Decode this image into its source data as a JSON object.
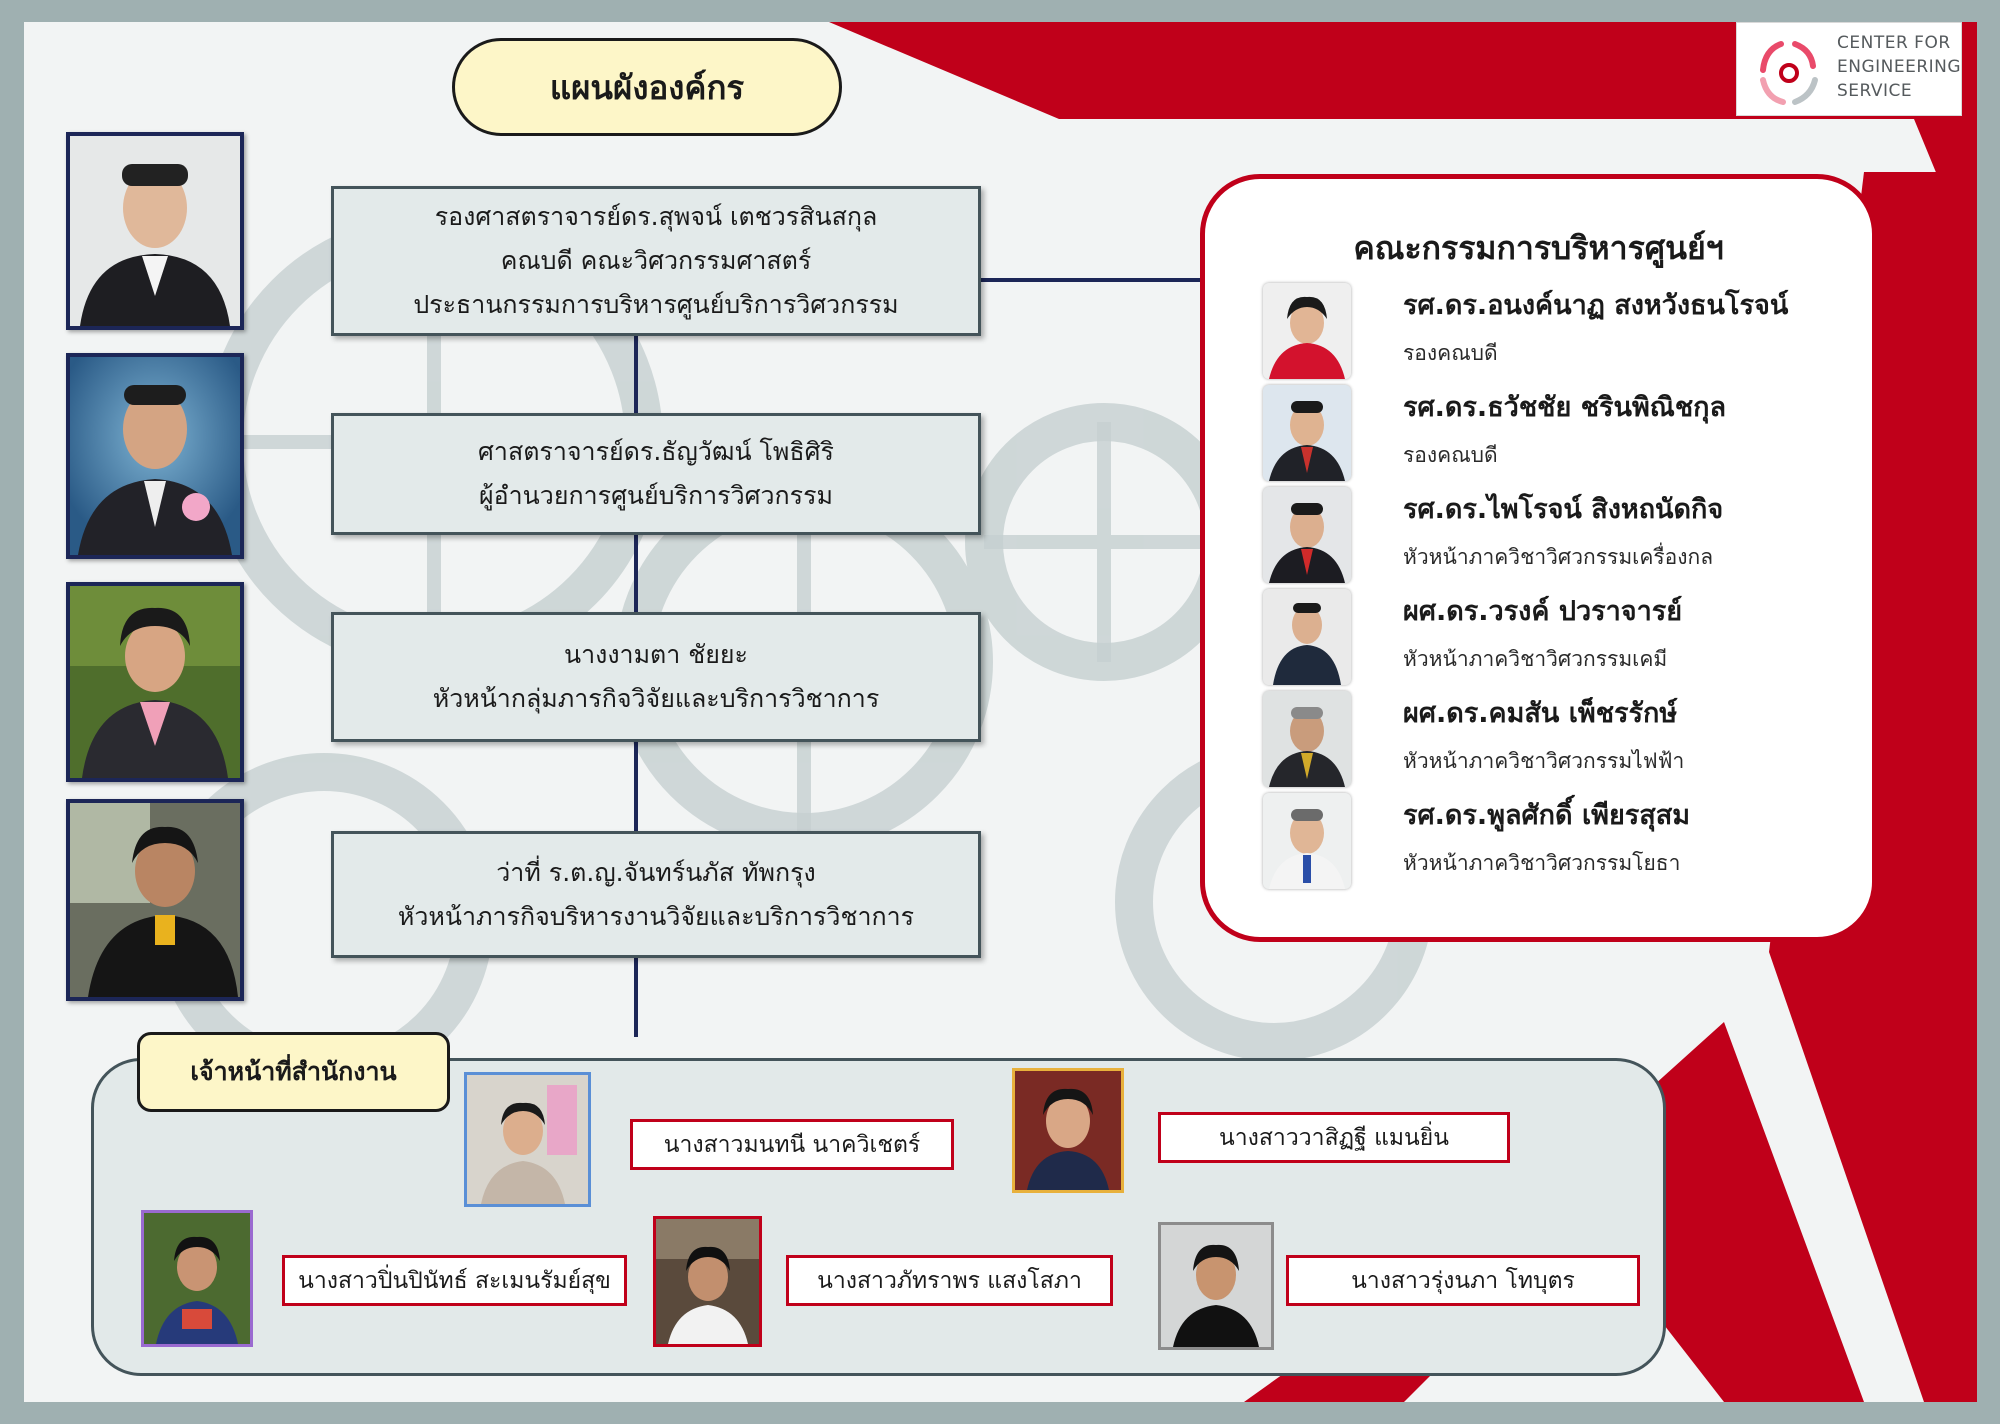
{
  "title": "แผนผังองค์กร",
  "logo": {
    "line1": "CENTER FOR",
    "line2": "ENGINEERING",
    "line3": "SERVICE",
    "icon": "ces-logo-icon"
  },
  "colors": {
    "accent_red": "#c0001a",
    "navy": "#1c2657",
    "box_fill": "#e3eaea",
    "pill_fill": "#fdf6c8"
  },
  "chain": [
    {
      "line1": "รองศาสตราจารย์ดร.สุพจน์  เตชวรสินสกุล",
      "line2": "คณบดี คณะวิศวกรรมศาสตร์",
      "line3": "ประธานกรรมการบริหารศูนย์บริการวิศวกรรม"
    },
    {
      "line1": "ศาสตราจารย์ดร.ธัญวัฒน์  โพธิศิริ",
      "line2": "ผู้อำนวยการศูนย์บริการวิศวกรรม"
    },
    {
      "line1": "นางงามตา   ชัยยะ",
      "line2": "หัวหน้ากลุ่มภารกิจวิจัยและบริการวิชาการ"
    },
    {
      "line1": "ว่าที่  ร.ต.ญ.จันทร์นภัส   ทัพกรุง",
      "line2": "หัวหน้าภารกิจบริหารงานวิจัยและบริการวิชาการ"
    }
  ],
  "committee": {
    "title": "คณะกรรมการบริหารศูนย์ฯ",
    "members": [
      {
        "name": "รศ.ดร.อนงค์นาฏ   สงหวังธนโรจน์",
        "role": "รองคณบดี"
      },
      {
        "name": "รศ.ดร.ธวัชชัย   ชรินพิณิชกุล",
        "role": "รองคณบดี"
      },
      {
        "name": "รศ.ดร.ไพโรจน์   สิงหถนัดกิจ",
        "role": "หัวหน้าภาควิชาวิศวกรรมเครื่องกล"
      },
      {
        "name": "ผศ.ดร.วรงค์   ปวราจารย์",
        "role": "หัวหน้าภาควิชาวิศวกรรมเคมี"
      },
      {
        "name": "ผศ.ดร.คมสัน   เพ็ชรรักษ์",
        "role": "หัวหน้าภาควิชาวิศวกรรมไฟฟ้า"
      },
      {
        "name": "รศ.ดร.พูลศักดิ์   เพียรสุสม",
        "role": "หัวหน้าภาควิชาวิศวกรรมโยธา"
      }
    ]
  },
  "staff": {
    "label": "เจ้าหน้าที่สำนักงาน",
    "members": [
      {
        "name": "นางสาวมนทนี นาควิเชตร์"
      },
      {
        "name": "นางสาววาสิฏฐี แมนยิ่น"
      },
      {
        "name": "นางสาวปิ่นปินัทธ์  สะเมนรัมย์สุข"
      },
      {
        "name": "นางสาวภัทราพร   แสงโสภา"
      },
      {
        "name": "นางสาวรุ่งนภา   โทบุตร"
      }
    ]
  }
}
